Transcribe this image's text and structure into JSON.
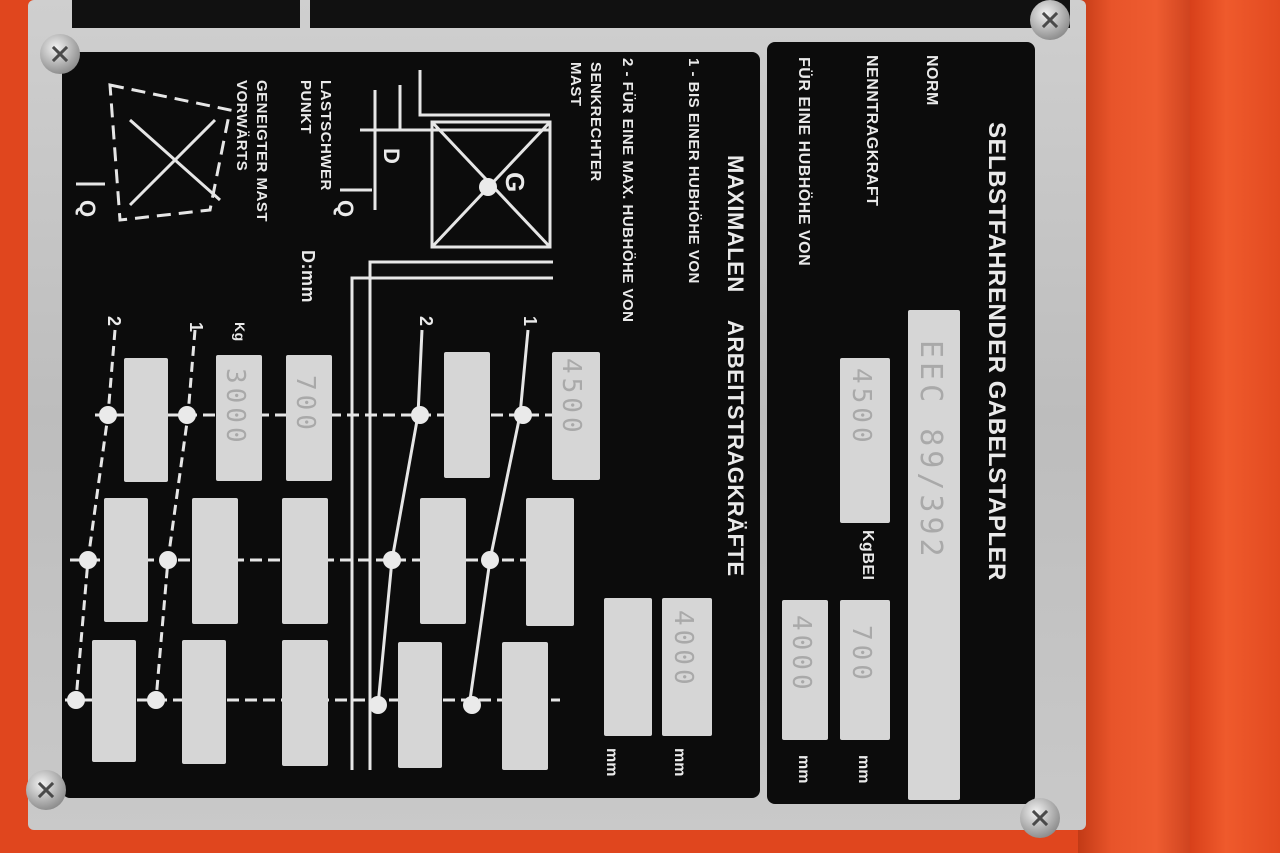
{
  "plate": {
    "right_panel": {
      "title": "SELBSTFAHRENDER GABELSTAPLER",
      "norm_label": "NORM",
      "norm_value": "EEC 89/392",
      "capacity_label": "NENNTRAGKRAFT",
      "capacity_value": "4500",
      "capacity_unit": "KgBEI",
      "capacity_at": "700",
      "capacity_at_unit": "mm",
      "lift_label": "FÜR EINE HUBHÖHE VON",
      "lift_value": "4000",
      "lift_unit": "mm"
    },
    "left_panel": {
      "title_1": "MAXIMALEN",
      "title_2": "ARBEITSTRAGKRÄFTE",
      "note_1": "1 - BIS EINER HUBHÖHE VON",
      "note_2": "2 - FÜR EINE MAX. HUBHÖHE VON",
      "note_2b": "SENKRECHTER",
      "note_2c": "MAST",
      "lastschwer_1": "LASTSCHWER",
      "lastschwer_2": "PUNKT",
      "dmm": "D:mm",
      "geneigter_1": "GENEIGTER MAST",
      "geneigter_2": "VORWÄRTS",
      "kg": "Kg",
      "label_G": "G",
      "label_D": "D",
      "label_Q": "Q",
      "label_Q2": "Q",
      "curve_1": "1",
      "curve_2": "2",
      "curve_1b": "1",
      "curve_2b": "2",
      "row1_vertical_load": "4500",
      "row1_tilt_D": "700",
      "row1_tilt_load": "3000",
      "max_lift_1": "4000",
      "unit_mm_1": "mm",
      "unit_mm_2": "mm"
    }
  }
}
